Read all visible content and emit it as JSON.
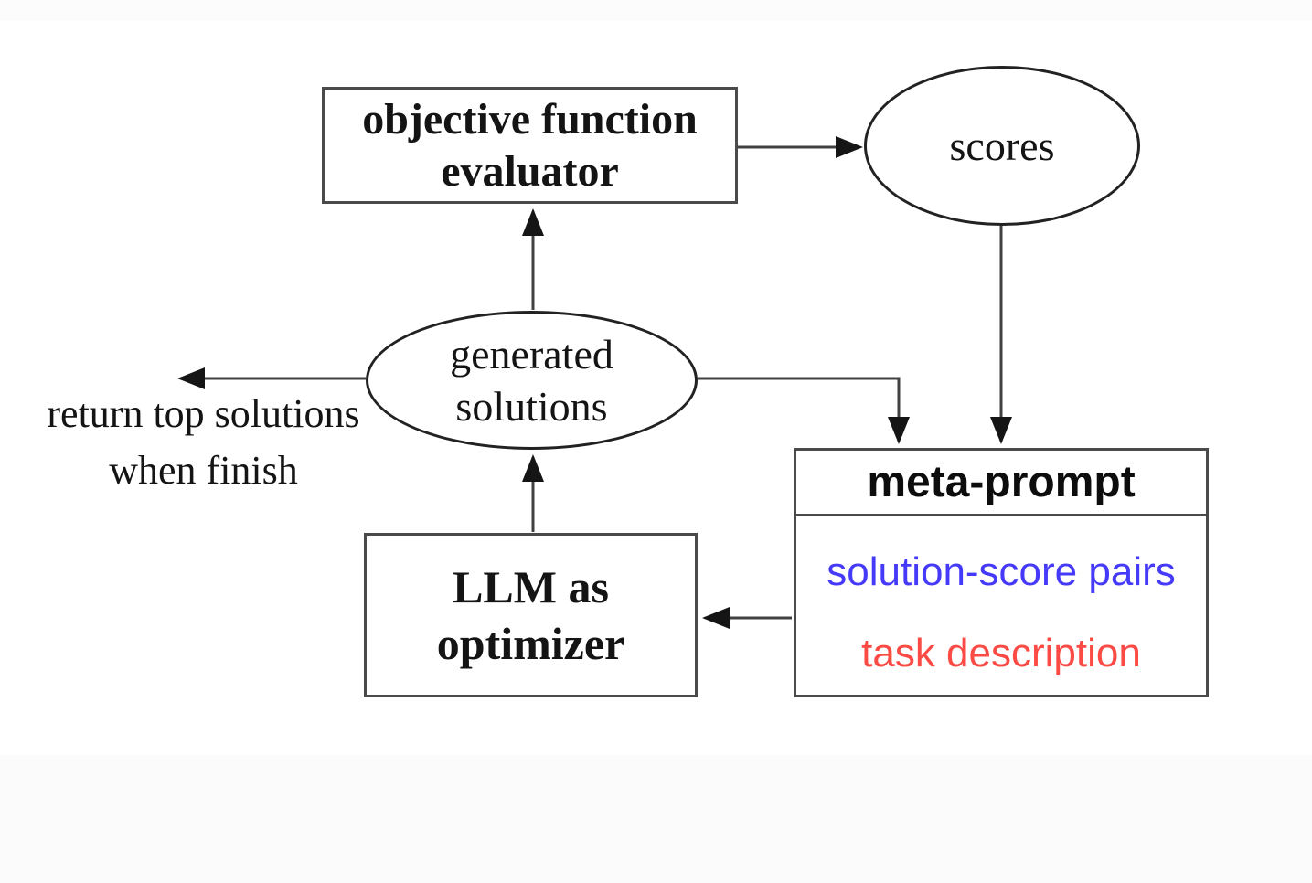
{
  "diagram": {
    "evaluator": {
      "line1": "objective function",
      "line2": "evaluator"
    },
    "scores": {
      "label": "scores"
    },
    "generated_solutions": {
      "line1": "generated",
      "line2": "solutions"
    },
    "llm_optimizer": {
      "line1": "LLM as",
      "line2": "optimizer"
    },
    "meta_prompt": {
      "title": "meta-prompt",
      "item1": {
        "label": "solution-score pairs",
        "color": "#4539fa"
      },
      "item2": {
        "label": "task description",
        "color": "#fc4a45"
      }
    },
    "return_note": {
      "line1": "return top solutions",
      "line2": "when finish"
    },
    "colors": {
      "line": "#414141",
      "arrowhead": "#151515",
      "box_border": "#4a4a4a",
      "ellipse_border": "#222222",
      "text": "#141414",
      "background": "#ffffff",
      "page_margin": "#fcfcfc"
    }
  }
}
